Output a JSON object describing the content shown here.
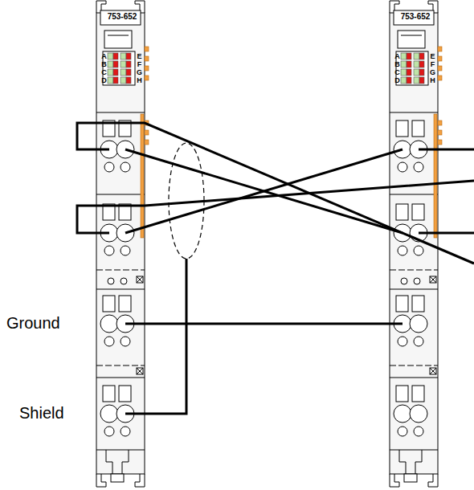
{
  "diagram": {
    "nodes": [
      {
        "text": [
          "753-652"
        ]
      },
      {
        "text": [
          "753-652"
        ]
      }
    ],
    "edges": [
      {
        "from": 0,
        "to": 1,
        "arrow": "none"
      },
      {
        "from": 0,
        "to": 1,
        "arrow": "none"
      },
      {
        "from": 0,
        "to": 1,
        "arrow": "none"
      }
    ],
    "labels": [
      "A",
      "B",
      "C",
      "D",
      "E",
      "F",
      "G",
      "H",
      "A",
      "B",
      "C",
      "D",
      "E",
      "F",
      "G",
      "H",
      "Ground",
      "Shield"
    ]
  }
}
